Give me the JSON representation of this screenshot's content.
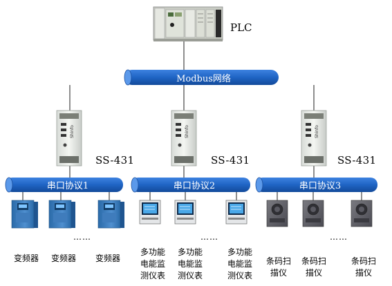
{
  "plc": {
    "label": "PLC"
  },
  "main_bus": {
    "label": "Modbus网络",
    "color": "#1f64c4"
  },
  "converters": [
    {
      "label": "SS-431"
    },
    {
      "label": "SS-431"
    },
    {
      "label": "SS-431"
    }
  ],
  "sub_buses": [
    {
      "label": "串口协议1",
      "color": "#1f64c4"
    },
    {
      "label": "串口协议2",
      "color": "#1f64c4"
    },
    {
      "label": "串口协议3",
      "color": "#1f64c4"
    }
  ],
  "groups": [
    {
      "device_type": "inverter",
      "labels": [
        "变频器",
        "变频器",
        "变频器"
      ],
      "ellipsis": "……"
    },
    {
      "device_type": "power-meter",
      "labels": [
        "多功能\n电能监\n测仪表",
        "多功能\n电能监\n测仪表",
        "多功能\n电能监\n测仪表"
      ],
      "ellipsis": "……"
    },
    {
      "device_type": "barcode-scanner",
      "labels": [
        "条码扫\n描仪",
        "条码扫\n描仪",
        "条码扫\n描仪"
      ],
      "ellipsis": "……"
    }
  ]
}
